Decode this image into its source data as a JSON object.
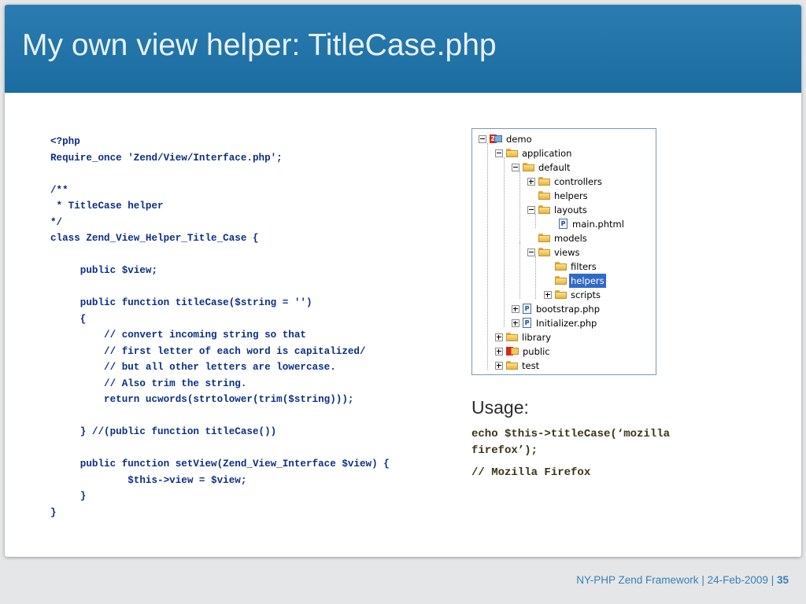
{
  "slide": {
    "title": "My own view helper: TitleCase.php"
  },
  "code": {
    "lines": [
      "<?php",
      "Require_once 'Zend/View/Interface.php';",
      "",
      "/**",
      " * TitleCase helper",
      "*/",
      "class Zend_View_Helper_Title_Case {",
      "",
      "     public $view;",
      "",
      "     public function titleCase($string = '')",
      "     {",
      "         // convert incoming string so that",
      "         // first letter of each word is capitalized/",
      "         // but all other letters are lowercase.",
      "         // Also trim the string.",
      "         return ucwords(strtolower(trim($string)));",
      "",
      "     } //(public function titleCase())",
      "",
      "     public function setView(Zend_View_Interface $view) {",
      "             $this->view = $view;",
      "     }",
      "}"
    ]
  },
  "tree": {
    "items": [
      {
        "label": "demo"
      },
      {
        "label": "application"
      },
      {
        "label": "default"
      },
      {
        "label": "controllers"
      },
      {
        "label": "helpers"
      },
      {
        "label": "layouts"
      },
      {
        "label": "main.phtml"
      },
      {
        "label": "models"
      },
      {
        "label": "views"
      },
      {
        "label": "filters"
      },
      {
        "label": "helpers"
      },
      {
        "label": "scripts"
      },
      {
        "label": "bootstrap.php"
      },
      {
        "label": "Initializer.php"
      },
      {
        "label": "library"
      },
      {
        "label": "public"
      },
      {
        "label": "test"
      }
    ]
  },
  "usage": {
    "heading": "Usage:",
    "code": "echo $this->titleCase(‘mozilla firefox’);",
    "result": "// Mozilla Firefox"
  },
  "footer": {
    "event": "NY-PHP Zend Framework",
    "separator": "|",
    "date": "24-Feb-2009",
    "page": "35"
  }
}
